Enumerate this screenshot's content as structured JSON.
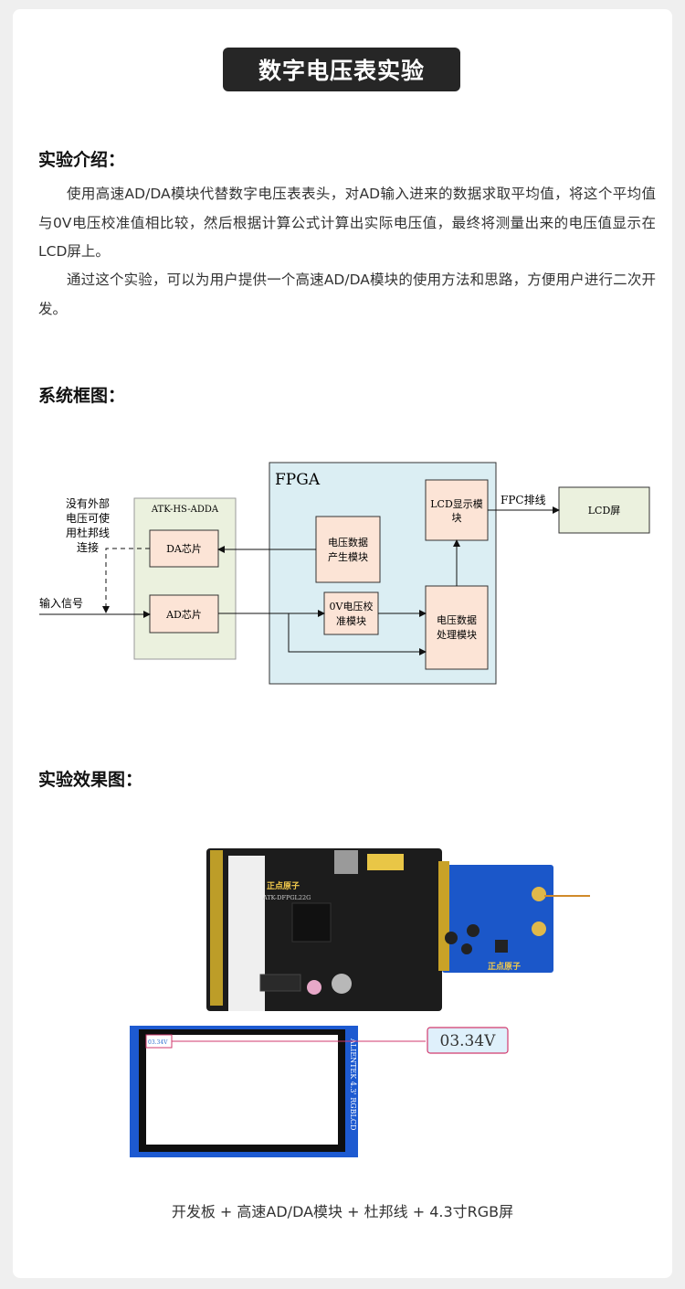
{
  "title": "数字电压表实验",
  "intro": {
    "heading": "实验介绍：",
    "p1": "使用高速AD/DA模块代替数字电压表表头，对AD输入进来的数据求取平均值，将这个平均值与0V电压校准值相比较，然后根据计算公式计算出实际电压值，最终将测量出来的电压值显示在LCD屏上。",
    "p2": "通过这个实验，可以为用户提供一个高速AD/DA模块的使用方法和思路，方便用户进行二次开发。"
  },
  "block": {
    "heading": "系统框图：",
    "note_l1": "没有外部",
    "note_l2": "电压可使",
    "note_l3": "用杜邦线",
    "note_l4": "连接",
    "input_label": "输入信号",
    "adda_title": "ATK-HS-ADDA",
    "da_chip": "DA芯片",
    "ad_chip": "AD芯片",
    "fpga_title": "FPGA",
    "gen_l1": "电压数据",
    "gen_l2": "产生模块",
    "cal_l1": "0V电压校",
    "cal_l2": "准模块",
    "proc_l1": "电压数据",
    "proc_l2": "处理模块",
    "lcdmod_l1": "LCD显示模",
    "lcdmod_l2": "块",
    "fpc_label": "FPC排线",
    "lcd_screen": "LCD屏"
  },
  "effect": {
    "heading": "实验效果图：",
    "screen_reading": "03.34V",
    "callout": "03.34V",
    "board_brand": "正点原子",
    "board_model": "ATK-DFPGL22G",
    "module_brand": "正点原子",
    "lcd_side_label": "ALIENTEK 4.3' RGBLCD",
    "caption": "开发板 + 高速AD/DA模块 + 杜邦线 + 4.3寸RGB屏"
  },
  "colors": {
    "badge_bg": "#262626",
    "fpga_bg": "#dbeef3",
    "module_bg": "#fce4d6",
    "adda_bg": "#ebf1de",
    "lcd_bg": "#ebf1de",
    "pcb_blue": "#1b57c9",
    "callout_border": "#d23a6e"
  }
}
